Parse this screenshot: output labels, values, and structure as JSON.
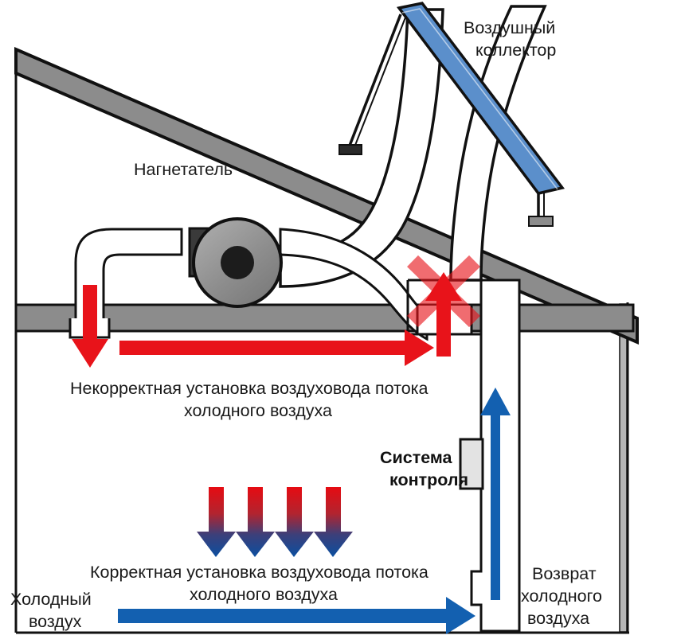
{
  "diagram": {
    "title_context": "Схема установки воздушного солнечного коллектора",
    "labels": {
      "collector": {
        "line1": "Воздушный",
        "line2": "коллектор"
      },
      "blower": {
        "line1": "Нагнетатель"
      },
      "incorrect_duct": {
        "line1": "Некорректная установка воздуховода потока",
        "line2": "холодного воздуха"
      },
      "correct_duct": {
        "line1": "Корректная установка воздуховода потока",
        "line2": "холодного воздуха"
      },
      "control_system": {
        "line1": "Система",
        "line2": "контроля"
      },
      "cold_air": {
        "line1": "Холодный",
        "line2": "воздух"
      },
      "cold_air_return": {
        "line1": "Возврат",
        "line2": "холодного",
        "line3": "воздуха"
      }
    },
    "colors": {
      "collector_blue": "#5b8fcb",
      "structure_gray": "#8c8c8c",
      "fan_gray": "#8f8f8f",
      "fan_hub_dark": "#1c1c1c",
      "arrow_red": "#e8131a",
      "arrow_blue": "#1360b0",
      "cross_red": "#f26b6b",
      "outline": "#111111",
      "control_box_fill": "#e3e3e3",
      "wall_shadow": "#b5b5b5",
      "background": "#ffffff"
    },
    "elements": {
      "roof_beam": "sloped-roof-beam",
      "ceiling_beam": "horizontal-ceiling-beam",
      "fan_unit": "blower-fan",
      "collector_panel": "solar-air-collector-panel",
      "collector_struts": "collector-support-struts",
      "supply_duct": "warm-air-supply-duct",
      "return_duct": "cold-air-return-duct",
      "control_box": "control-system-box",
      "invalid_marker": "red-x-invalid-marker"
    },
    "flow_arrows": {
      "down_red_left": "incorrect-cold-air-down-arrow",
      "right_red": "incorrect-cold-air-horizontal-arrow",
      "up_red": "incorrect-cold-air-up-arrow",
      "gradient_down_count": 4,
      "up_blue": "cold-air-return-up-arrow",
      "right_blue": "cold-air-intake-arrow"
    }
  }
}
